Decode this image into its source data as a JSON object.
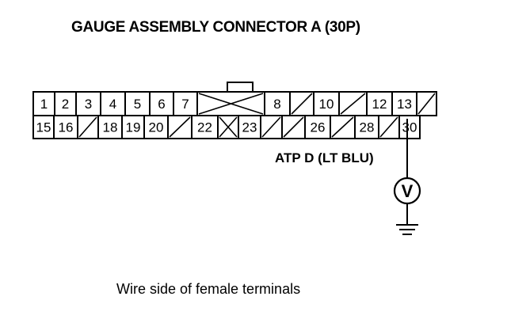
{
  "title": "GAUGE ASSEMBLY CONNECTOR A (30P)",
  "caption": "Wire side of female terminals",
  "probe": {
    "wire_label": "ATP D (LT BLU)",
    "meter_symbol": "V",
    "meter_icon": "voltmeter-icon",
    "ground_icon": "ground-icon"
  },
  "connector": {
    "pin_count": 30,
    "rows": [
      {
        "name": "top-row",
        "cells": [
          {
            "label": "1"
          },
          {
            "label": "2"
          },
          {
            "label": "3"
          },
          {
            "label": "4"
          },
          {
            "label": "5"
          },
          {
            "label": "6"
          },
          {
            "label": "7"
          },
          {
            "label": "",
            "type": "cross"
          },
          {
            "label": "8"
          },
          {
            "label": "",
            "type": "empty"
          },
          {
            "label": "10"
          },
          {
            "label": "",
            "type": "empty"
          },
          {
            "label": "12"
          },
          {
            "label": "13"
          },
          {
            "label": "",
            "type": "empty"
          }
        ]
      },
      {
        "name": "bottom-row",
        "cells": [
          {
            "label": "15"
          },
          {
            "label": "16"
          },
          {
            "label": "",
            "type": "empty"
          },
          {
            "label": "18"
          },
          {
            "label": "19"
          },
          {
            "label": "20"
          },
          {
            "label": "",
            "type": "empty"
          },
          {
            "label": "22"
          },
          {
            "label": "",
            "type": "cross"
          },
          {
            "label": "23"
          },
          {
            "label": "",
            "type": "empty"
          },
          {
            "label": "",
            "type": "empty"
          },
          {
            "label": "26"
          },
          {
            "label": "",
            "type": "empty"
          },
          {
            "label": "28"
          },
          {
            "label": "",
            "type": "probe"
          },
          {
            "label": "30"
          }
        ]
      }
    ]
  }
}
